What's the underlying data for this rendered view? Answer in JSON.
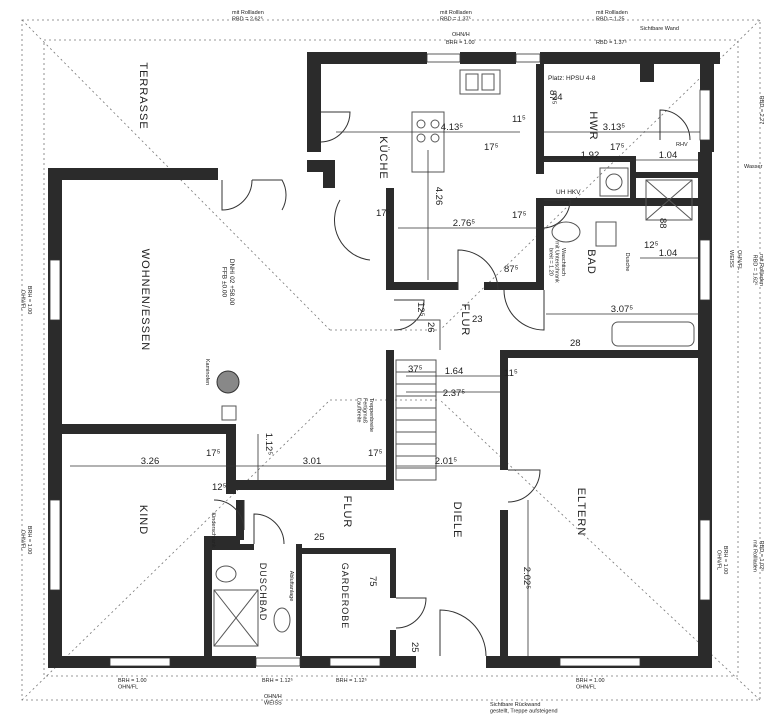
{
  "rooms": {
    "terrasse": "TERRASSE",
    "kueche": "KÜCHE",
    "wohnen_essen": "WOHNEN/ESSEN",
    "flur_upper": "FLUR",
    "bad": "BAD",
    "kind": "KIND",
    "flur_lower": "FLUR",
    "diele": "DIELE",
    "eltern": "ELTERN",
    "duschbad": "DUSCHBAD",
    "garderobe": "GARDEROBE",
    "hwr": "HWR"
  },
  "dimensions": {
    "kitchen_width": "4.13⁵",
    "hwr_width": "3.13⁵",
    "d_192": "1.92",
    "d_104a": "1.04",
    "kitchen_depth": "4.26",
    "d_276": "2.76⁵",
    "d_104b": "1.04",
    "bad_width": "3.07⁵",
    "d_164": "1.64",
    "d_237": "2.37⁵",
    "kind_width": "3.26",
    "flur_width": "3.01",
    "diele_width": "2.01⁵",
    "flur_height": "1.12⁵",
    "eltern_height": "2.02⁵",
    "d_25a": "25",
    "d_25b": "25",
    "d_75": "75",
    "t_11": "11⁵",
    "t_17a": "17⁵",
    "t_17b": "17⁵",
    "t_17c": "17⁵",
    "t_17d": "17⁵",
    "t_17e": "17⁵",
    "t_17f": "17⁵",
    "t_11b": "11⁵",
    "t_12a": "12⁵",
    "t_12b": "12⁵",
    "t_12c": "12⁵",
    "t_87a": "87⁵",
    "t_87b": "87⁵",
    "t_37": "37⁵",
    "t_26": "26",
    "d_28": "28",
    "d_24": "24",
    "d_23": "23",
    "d_88": "88"
  },
  "annotations": {
    "hwr_note": "Platz: HPSU 4-8",
    "uhv": "UH HKV",
    "rbd_stairs": "Treppenbreite\nFertigmaß\nLaufbreite",
    "roof_note": "DNHi 02 +58.00\nFFB ±0.00",
    "stair_note": "Sichtbare Rückwand\ngestellt, Treppe aufsteigend",
    "window_top1": "mit Rollladen\nRBD = 2.62⁵",
    "window_top2": "mit Rollladen\nRBD = 1.37⁵",
    "window_top3": "mit Rollladen\nRBD = 1.25",
    "window_top4": "RBD = 1.37⁵",
    "sichtbar": "Sichtbare Wand",
    "brh_kueche": "BRH = 1.00",
    "ohne_kueche": "OHN/H",
    "brh_right1": "RBD = 2.27",
    "brh_right2": "BRH = 1.00\nOHN/FL",
    "brh_left1": "BRH = 1.00\nOHN/FL",
    "brh_left2": "BRH = 1.00\nOHN/FL",
    "brh_bot1": "BRH = 1.00\nOHN/FL",
    "brh_bot2": "BRH = 1.12⁵",
    "brh_bot3": "BRH = 1.12⁵",
    "brh_bot4": "BRH = 1.00\nOHN/FL",
    "wasser": "Wasser",
    "rhv": "RHV",
    "weiss": "WEISS",
    "ohnfl": "OHN/FL",
    "rbd_right": "mit Rollladen\nRBD = 1.62⁵",
    "rbd_right2": "RBD = 1.02⁵\nmit Rollladen",
    "ohnh_weiss": "OHN/H\nWEISS",
    "bad_note": "Waschtisch\nmit Unterschrank\nbreit = 1.20",
    "dusche": "Dusche",
    "ofen": "Kaminofen",
    "kid_note": "Kinderschrank",
    "duschbad_note": "Abluftanlage"
  }
}
